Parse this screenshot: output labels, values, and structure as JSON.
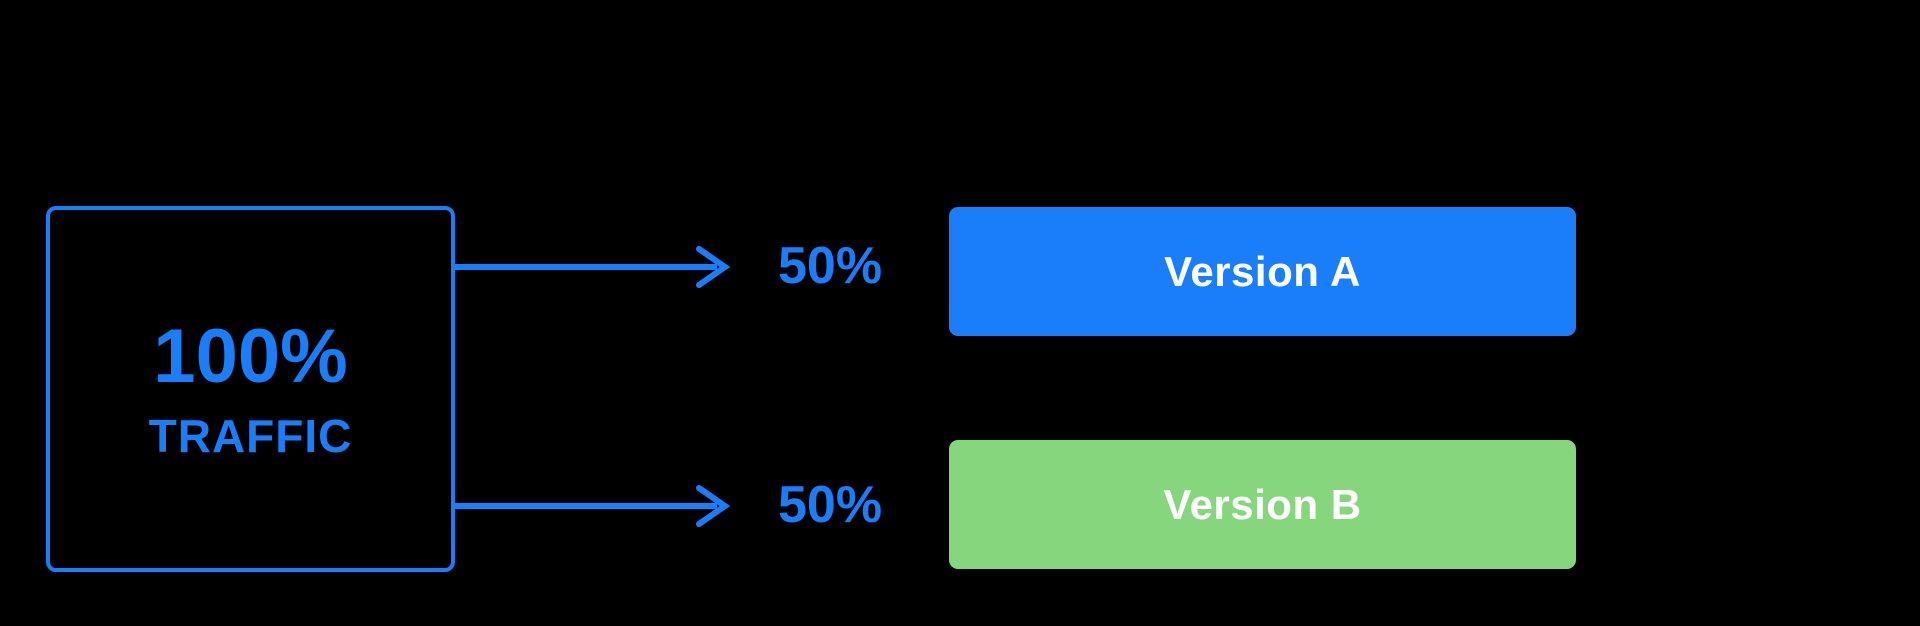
{
  "diagram": {
    "type": "ab-test-traffic-split",
    "background_color": "#000000",
    "accent_blue": "#1a7dfa",
    "accent_green": "#85d67d",
    "source": {
      "percent": "100%",
      "label": "TRAFFIC",
      "border_color": "#1a7dfa",
      "text_color": "#1a7dfa"
    },
    "branches": [
      {
        "split": "50%",
        "arrow": "arrow-right",
        "variant_label": "Version A",
        "variant_color": "#1a7dfa",
        "variant_text_color": "#ffffff"
      },
      {
        "split": "50%",
        "arrow": "arrow-right",
        "variant_label": "Version B",
        "variant_color": "#85d67d",
        "variant_text_color": "#ffffff"
      }
    ]
  }
}
